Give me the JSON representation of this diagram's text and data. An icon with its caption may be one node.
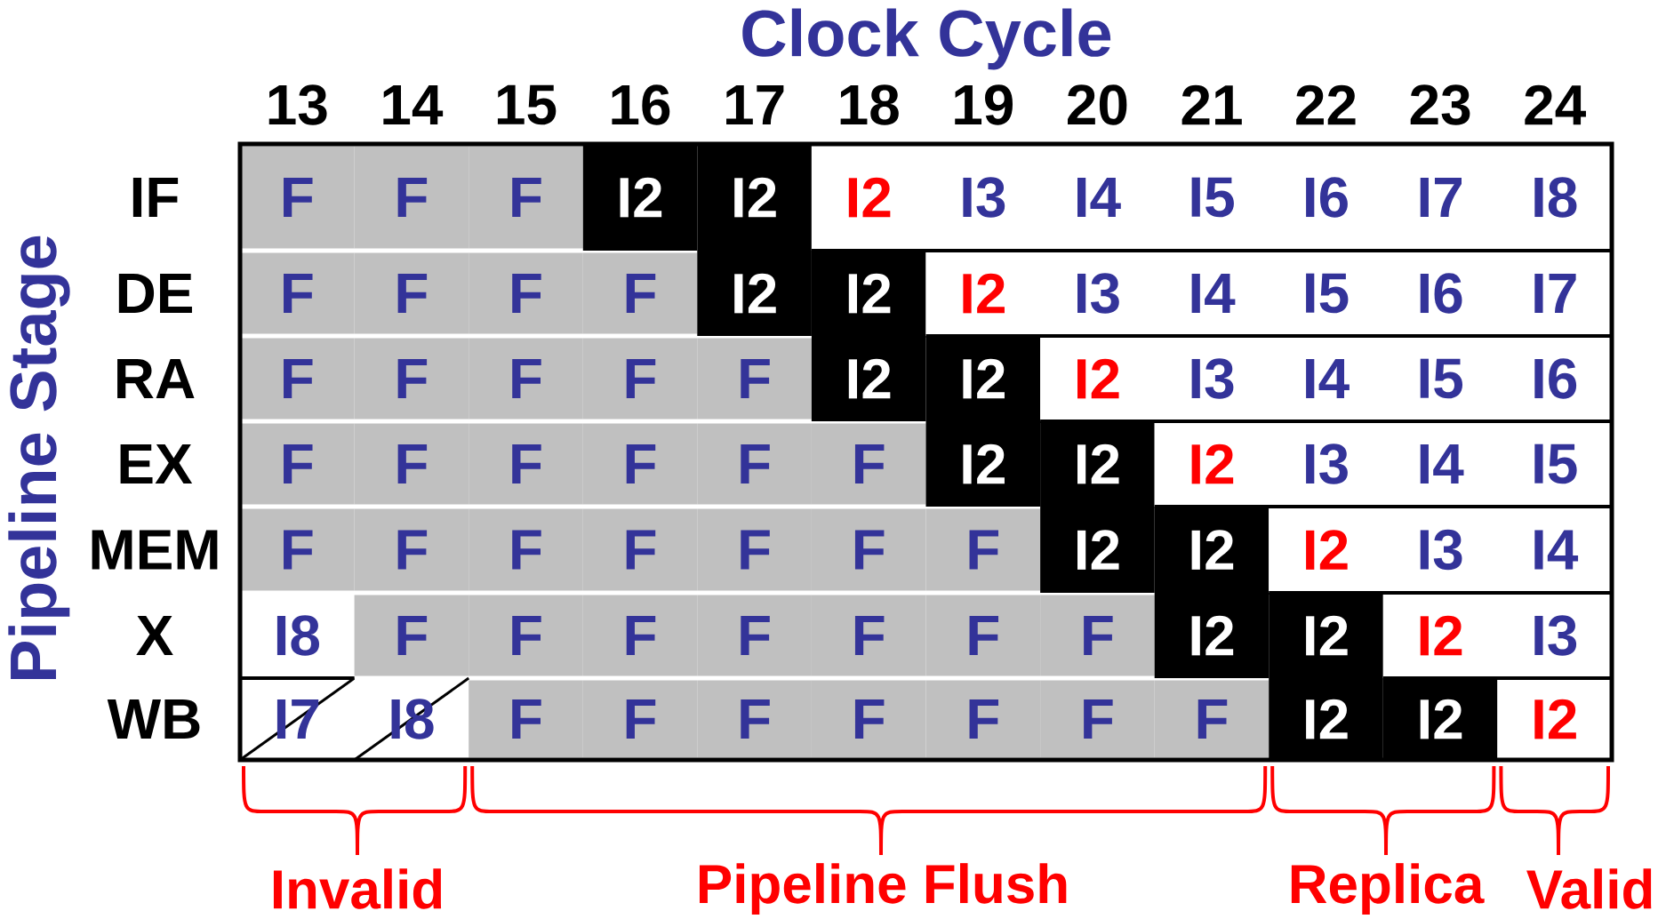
{
  "diagram": {
    "title": "Clock Cycle",
    "labels": [
      "13",
      "14",
      "15",
      "16",
      "17",
      "18",
      "19",
      "20",
      "21",
      "22",
      "23",
      "24",
      "IF",
      "F",
      "F",
      "F",
      "I2",
      "I2",
      "I2",
      "I3",
      "I4",
      "I5",
      "I6",
      "I7",
      "I8",
      "DE",
      "F",
      "F",
      "F",
      "F",
      "I2",
      "I2",
      "I2",
      "I3",
      "I4",
      "I5",
      "I6",
      "I7",
      "RA",
      "F",
      "F",
      "F",
      "F",
      "F",
      "I2",
      "I2",
      "I2",
      "I3",
      "I4",
      "I5",
      "I6",
      "EX",
      "F",
      "F",
      "F",
      "F",
      "F",
      "F",
      "I2",
      "I2",
      "I2",
      "I3",
      "I4",
      "I5",
      "MEM",
      "F",
      "F",
      "F",
      "F",
      "F",
      "F",
      "F",
      "I2",
      "I2",
      "I2",
      "I3",
      "I4",
      "X",
      "I8",
      "F",
      "F",
      "F",
      "F",
      "F",
      "F",
      "F",
      "I2",
      "I2",
      "I2",
      "I3",
      "WB",
      "I7",
      "I8",
      "F",
      "F",
      "F",
      "F",
      "F",
      "F",
      "F",
      "I2",
      "I2",
      "I2",
      "Pipeline Stage",
      "Invalid",
      "Pipeline Flush",
      "Replica",
      "Valid"
    ]
  }
}
